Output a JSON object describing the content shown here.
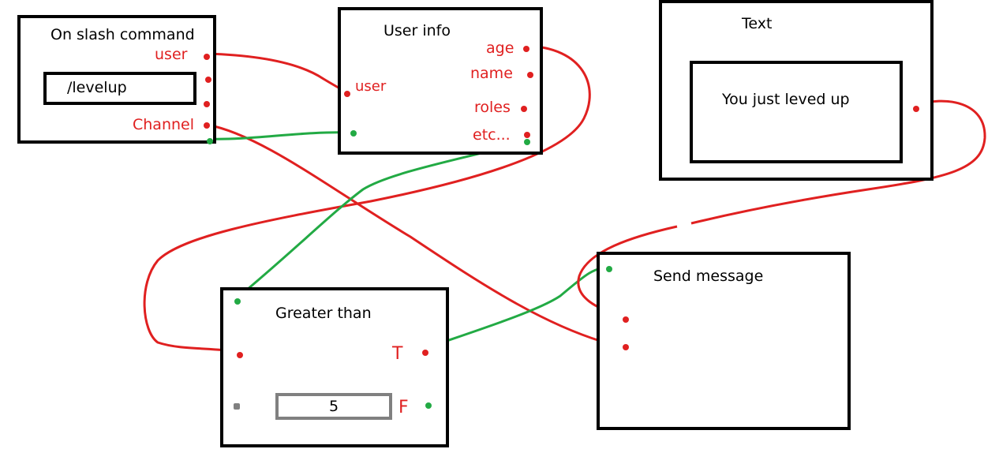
{
  "nodes": {
    "slash": {
      "title": "On slash command",
      "output_user": "user",
      "output_channel": "Channel",
      "command_value": "/levelup"
    },
    "userinfo": {
      "title": "User info",
      "input_user": "user",
      "outputs": [
        "age",
        "name",
        "roles",
        "etc..."
      ]
    },
    "text": {
      "title": "Text",
      "value": "You just leved up"
    },
    "greater": {
      "title": "Greater than",
      "true_label": "T",
      "false_label": "F",
      "value": "5"
    },
    "send": {
      "title": "Send message"
    }
  },
  "colors": {
    "red_wire": "#e02020",
    "green_wire": "#22aa44",
    "box_border": "#000000",
    "inactive": "#808080"
  }
}
